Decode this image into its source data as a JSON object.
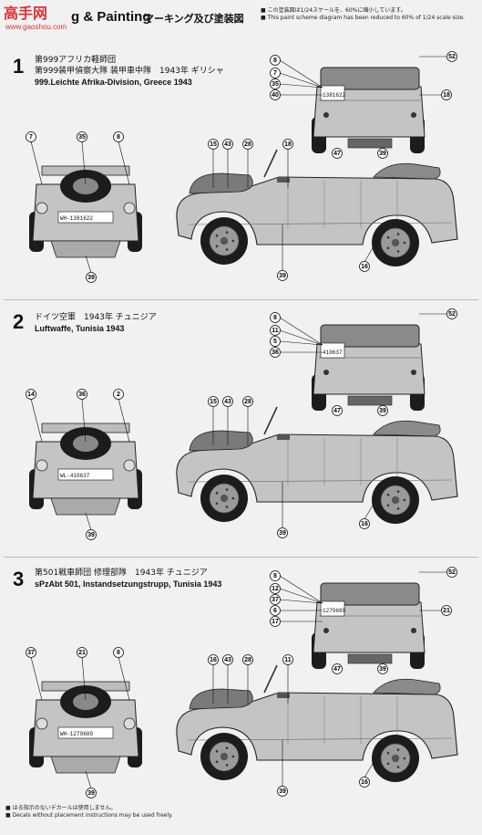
{
  "header": {
    "title": "g & Painting",
    "title_jp": "マーキング及び塗装図",
    "note_line1": "■ この塗装図は1/24スケールを、60%に縮小しています。",
    "note_line2": "■ This paint scheme diagram has been reduced to 60% of 1/24 scale size."
  },
  "watermark": {
    "text": "高手网",
    "url": "www.gaoshou.com"
  },
  "sections": [
    {
      "number": "1",
      "lines": [
        "第999アフリカ軽師団",
        "第999装甲偵察大隊 装甲車中隊　1943年 ギリシャ",
        "999.Leichte Afrika-Division, Greece 1943"
      ],
      "plate_front": "WH-1381622",
      "plate_rear": "1381622",
      "rear_callouts": [
        "8",
        "7",
        "35",
        "40",
        "52",
        "18",
        "47",
        "39"
      ],
      "front_callouts": [
        "7",
        "35",
        "8",
        "39"
      ],
      "side_callouts": [
        "15",
        "43",
        "28",
        "18",
        "39",
        "16"
      ]
    },
    {
      "number": "2",
      "lines": [
        "ドイツ空軍　1943年 チュニジア",
        "Luftwaffe, Tunisia 1943"
      ],
      "plate_front": "WL-410637",
      "plate_rear": "410637",
      "rear_callouts": [
        "8",
        "11",
        "5",
        "36",
        "52",
        "47",
        "39"
      ],
      "front_callouts": [
        "14",
        "36",
        "2",
        "39"
      ],
      "side_callouts": [
        "15",
        "43",
        "28",
        "39",
        "16"
      ]
    },
    {
      "number": "3",
      "lines": [
        "第501戦車師団 修理部隊　1943年 チュニジア",
        "sPzAbt 501, Instandsetzungstrupp, Tunisia 1943"
      ],
      "plate_front": "WH-1279689",
      "plate_rear": "1279689",
      "rear_callouts": [
        "8",
        "12",
        "37",
        "6",
        "52",
        "17",
        "21",
        "47",
        "39"
      ],
      "front_callouts": [
        "37",
        "21",
        "8",
        "39"
      ],
      "side_callouts": [
        "16",
        "43",
        "28",
        "11",
        "39",
        "16"
      ]
    }
  ],
  "footer": {
    "note_line1": "■ はる指示のないデカールは使用しません。",
    "note_line2": "■ Decals without placement instructions may be used freely."
  }
}
